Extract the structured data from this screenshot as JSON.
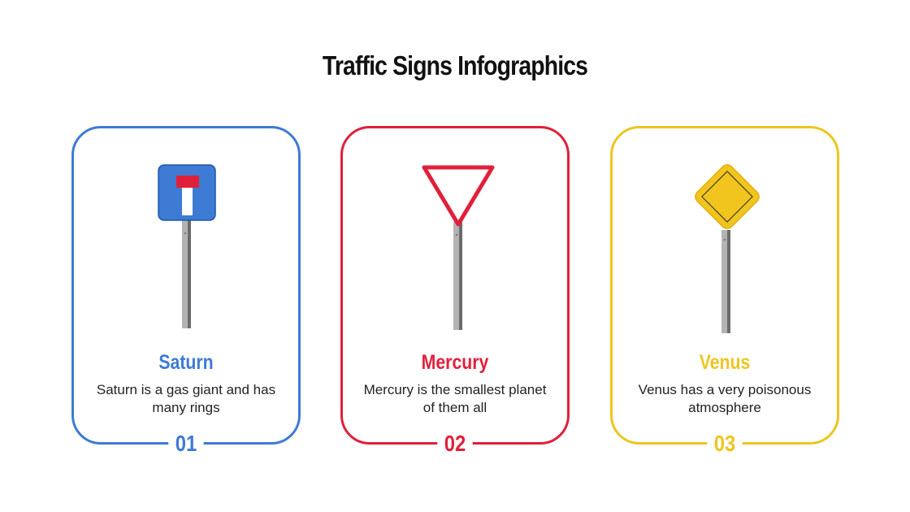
{
  "title": "Traffic Signs Infographics",
  "colors": {
    "blue": "#3d7bd4",
    "red": "#e0203a",
    "yellow": "#eec51e",
    "pole_light": "#b3b3b3",
    "pole_dark": "#6b6b6b"
  },
  "items": [
    {
      "number": "01",
      "name": "Saturn",
      "description": "Saturn is a gas giant and has many rings",
      "sign": "dead-end-sign",
      "color": "#3d7bd4"
    },
    {
      "number": "02",
      "name": "Mercury",
      "description": "Mercury is the smallest planet of them all",
      "sign": "yield-sign",
      "color": "#e0203a"
    },
    {
      "number": "03",
      "name": "Venus",
      "description": "Venus has a very poisonous atmosphere",
      "sign": "priority-road-sign",
      "color": "#eec51e"
    }
  ]
}
